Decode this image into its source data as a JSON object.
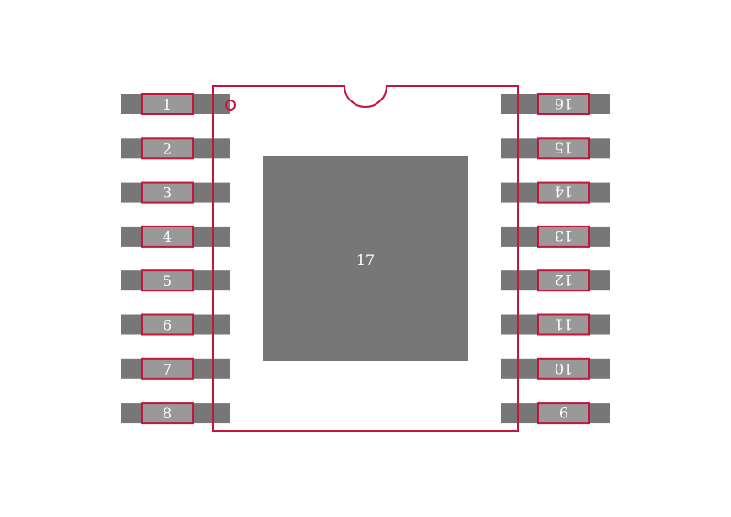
{
  "diagram": {
    "colors": {
      "background": "#ffffff",
      "copper": "#777777",
      "pin_fill": "#999999",
      "outline": "#c4163c",
      "label": "#ffffff"
    },
    "left_pins": [
      "1",
      "2",
      "3",
      "4",
      "5",
      "6",
      "7",
      "8"
    ],
    "right_pins": [
      "16",
      "15",
      "14",
      "13",
      "12",
      "11",
      "10",
      "9"
    ],
    "thermal_pad": {
      "label": "17"
    },
    "pin1_marker": "circle",
    "right_labels_rotated": true
  }
}
